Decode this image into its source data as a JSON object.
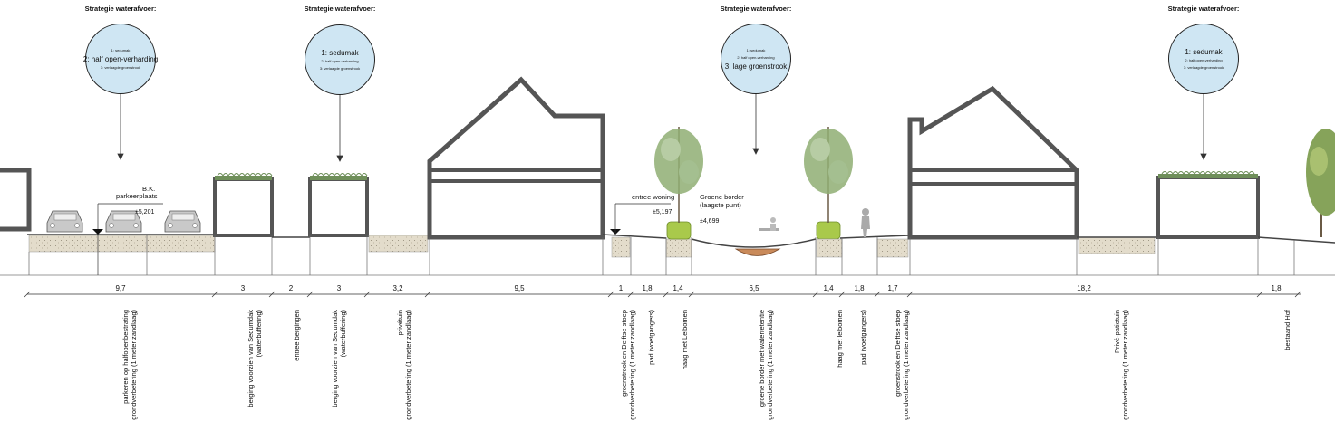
{
  "strategies": [
    {
      "title": "Strategie waterafvoer:",
      "lines": [
        {
          "text": "1: sedumak",
          "emphasis": false
        },
        {
          "text": "2: half open-verharding",
          "emphasis": true
        },
        {
          "text": "3: verlaagde groenstrook",
          "emphasis": false
        }
      ]
    },
    {
      "title": "Strategie waterafvoer:",
      "lines": [
        {
          "text": "1: sedumak",
          "emphasis": true
        },
        {
          "text": "2: half open-verharding",
          "emphasis": false
        },
        {
          "text": "3: verlaagde groenstrook",
          "emphasis": false
        }
      ]
    },
    {
      "title": "Strategie waterafvoer:",
      "lines": [
        {
          "text": "1: sedumak",
          "emphasis": false
        },
        {
          "text": "2: half open-verharding",
          "emphasis": false
        },
        {
          "text": "3: lage groenstrook",
          "emphasis": true
        }
      ]
    },
    {
      "title": "Strategie waterafvoer:",
      "lines": [
        {
          "text": "1: sedumak",
          "emphasis": true
        },
        {
          "text": "2: half open-verharding",
          "emphasis": false
        },
        {
          "text": "3: verlaagde groenstrook",
          "emphasis": false
        }
      ]
    }
  ],
  "annotations": {
    "bk_parkeer": "B.K.",
    "bk_parkeer_2": "parkeerplaats",
    "level_parking": "±5,201",
    "entree_woning": "entree woning",
    "level_entree": "±5,197",
    "groene_border": "Groene border",
    "groene_border_2": "(laagste punt)",
    "level_border": "±4,699"
  },
  "dimensions": [
    "9,7",
    "3",
    "2",
    "3",
    "3,2",
    "9,5",
    "1",
    "1,8",
    "1,4",
    "6,5",
    "1,4",
    "1,8",
    "1,7",
    "18,2",
    "1,8"
  ],
  "zones": [
    [
      "parkeren op halfopenbestrating",
      "grondverbetering (1 meter zandlaag)"
    ],
    [
      "berging voorzien van Sedumdak",
      "(waterbuffering)"
    ],
    [
      "entree bergingen"
    ],
    [
      "berging voorzien van Sedumdak",
      "(waterbuffering)"
    ],
    [
      "privétuin",
      "grondverbetering (1 meter zandlaag)"
    ],
    [
      "groenstrook en Delftse stoep",
      "grondverbetering (1 meter zandlaag)"
    ],
    [
      "pad (voetgangers)"
    ],
    [
      "haag met Leibomen"
    ],
    [
      "groene border met waterretentie",
      "grondverbetering (1 meter zandlaag)"
    ],
    [
      "haag met leibomen"
    ],
    [
      "pad (voetgangers)"
    ],
    [
      "groenstrook en Delftse stoep",
      "grondverbetering (1 meter zandlaag)"
    ],
    [
      "Privé-patiotuin",
      "grondverbetering (1 meter zandlaag)"
    ],
    [
      "bestaand Hof"
    ]
  ],
  "colors": {
    "circle_fill": "#cfe6f3",
    "wall": "#555555",
    "soil": "#e3dccb",
    "hedge": "#a9c94b",
    "tree_leaf": "#8fae73",
    "sedum": "#6f8f5a",
    "water_basin": "#c98a5a"
  },
  "icons": [
    "car-icon",
    "pedestrian-icon",
    "child-bench-icon",
    "leiboom-tree-icon",
    "hof-tree-icon"
  ]
}
